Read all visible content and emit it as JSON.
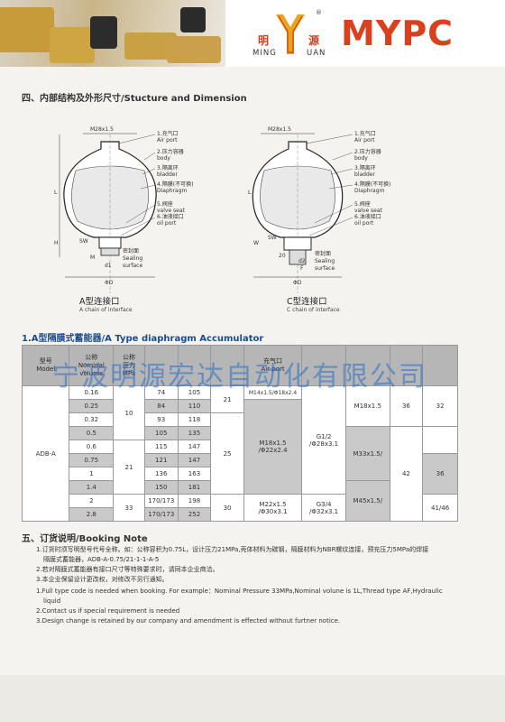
{
  "brand": {
    "cn_left": "明",
    "cn_right": "源",
    "py_left": "MING",
    "py_right": "UAN",
    "name": "MYPC",
    "logo_letter": "Y",
    "accent": "#d8401e"
  },
  "section4": {
    "title": "四、内部结构及外形尺寸/Stucture and Dimension"
  },
  "diagramA": {
    "dim_top": "M28x1.5",
    "labels": [
      "1.充气口",
      "Air port",
      "2.压力容器",
      "body",
      "3.隔离环",
      "bladder",
      "4.隔膜(不可换)",
      "Diaphragm",
      "5.阀座",
      "valve seat",
      "6.油液接口",
      "oil port"
    ],
    "dims": [
      "L",
      "H",
      "SW",
      "M",
      "d1",
      "ΦD"
    ],
    "seal": [
      "密封面",
      "Sealing",
      "surface"
    ],
    "caption_cn": "A型连接口",
    "caption_en": "A chain of interface"
  },
  "diagramC": {
    "dim_top": "M28x1.5",
    "labels": [
      "1.充气口",
      "Air port",
      "2.压力容器",
      "body",
      "3.隔离环",
      "bladder",
      "4.隔膜(不可换)",
      "Diaphragm",
      "5.阀座",
      "valve seat",
      "6.油液接口",
      "oil port"
    ],
    "dims": [
      "L",
      "W",
      "SW",
      "20",
      "d2",
      "F",
      "ΦD"
    ],
    "seal": [
      "密封面",
      "Sealing",
      "surface"
    ],
    "caption_cn": "C型连接口",
    "caption_en": "C chain of interface"
  },
  "table": {
    "title": "1.A型隔膜式蓄能器/A Type diaphragm Accumulator",
    "headers": [
      "型号\nModel",
      "公称\nNominal\nvolume",
      "公称\n压力\nMPa",
      "",
      "",
      "",
      "充气口\nAir port",
      "",
      "",
      "",
      ""
    ],
    "model": "ADB-A",
    "rows": [
      [
        "0.16",
        "74",
        "105"
      ],
      [
        "0.25",
        "84",
        "110"
      ],
      [
        "0.32",
        "93",
        "118"
      ],
      [
        "0.5",
        "105",
        "135"
      ],
      [
        "0.6",
        "115",
        "147"
      ],
      [
        "0.75",
        "121",
        "147"
      ],
      [
        "1",
        "136",
        "163"
      ],
      [
        "1.4",
        "150",
        "181"
      ],
      [
        "2",
        "170/173",
        "198"
      ],
      [
        "2.8",
        "170/173",
        "252"
      ]
    ],
    "pressure": [
      "10",
      "21",
      "33"
    ],
    "col_d": [
      "21",
      "25",
      "30"
    ],
    "col_m": [
      "M14x1.5/Φ18x2.4",
      "M18x1.5\n/Φ22x2.4",
      "M22x1.5\n/Φ30x3.1"
    ],
    "col_g": [
      "G1/2\n/Φ28x3.1",
      "G3/4\n/Φ32x3.1"
    ],
    "col_m2": [
      "M18x1.5",
      "M33x1.5/",
      "M45x1.5/"
    ],
    "col_h": [
      "36",
      "42"
    ],
    "col_sw": [
      "32",
      "36",
      "41/46"
    ]
  },
  "watermark": "宁波明源宏达自动化有限公司",
  "section5": {
    "title": "五、订货说明/Booking Note",
    "lines": [
      "1.订货时须写明型号代号全称。如：公称容积为0.75L，设计压力21MPa,壳体材料为碳钢，隔膜材料为NBR螺纹连接，预充压力5MPa的焊接",
      "隔膜式蓄能器，ADB-A-0.75/21-1-1-A-5",
      "2.若对隔膜式蓄能器有接口尺寸等特殊要求时，请同本企业商洽。",
      "3.本企业保留设计更改权，对修改不另行通知。",
      "1.Full type code is needed when booking. For example：Nominal Pressure 33MPa,Nominal volune is 1L,Thread type AF,Hydraulic",
      "liquid",
      "2.Contact us if special requirement is needed",
      "3.Design change is retained by our company and amendment is effected without furtner notice."
    ]
  }
}
